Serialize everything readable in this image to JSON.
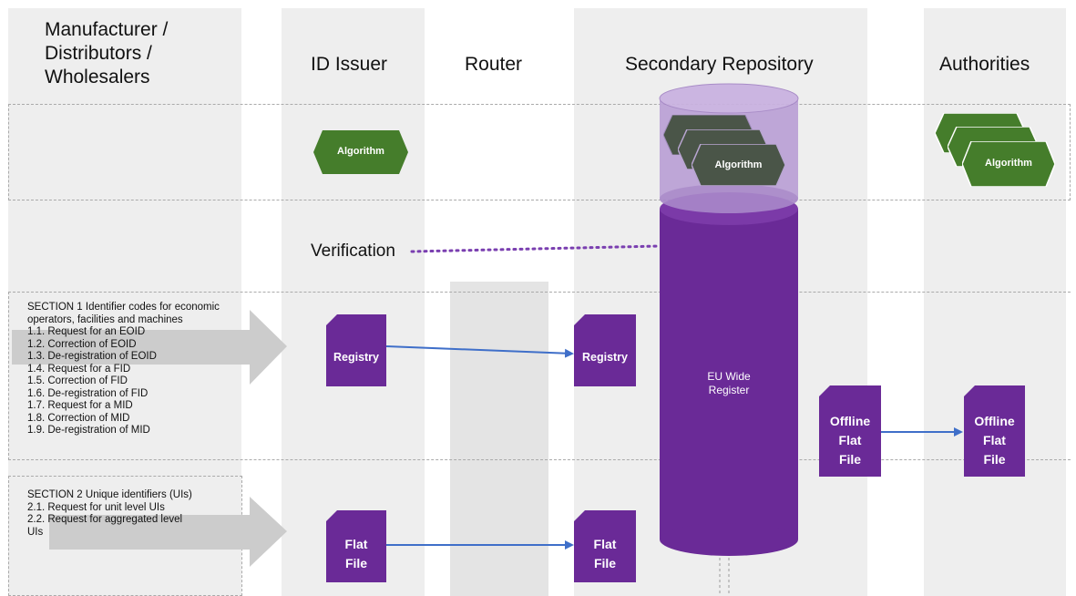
{
  "columns": {
    "manufacturer": [
      "Manufacturer /",
      "Distributors /",
      "Wholesalers"
    ],
    "id_issuer": "ID Issuer",
    "router": "Router",
    "secondary_repository": "Secondary Repository",
    "authorities": "Authorities"
  },
  "verification_label": "Verification",
  "algorithm_label": "Algorithm",
  "section1": {
    "title_lines": [
      "SECTION 1 Identifier codes for economic",
      "operators, facilities and machines"
    ],
    "items": [
      "1.1. Request for an EOID",
      "1.2. Correction of EOID",
      "1.3. De-registration of EOID",
      "1.4. Request for a FID",
      "1.5. Correction of FID",
      "1.6. De-registration of FID",
      "1.7. Request for a MID",
      "1.8. Correction of MID",
      "1.9. De-registration of MID"
    ]
  },
  "section2": {
    "title": "SECTION 2 Unique identifiers (UIs)",
    "items": [
      "2.1. Request for unit level UIs",
      "2.2. Request for aggregated level",
      "UIs"
    ]
  },
  "documents": {
    "registry": "Registry",
    "flat_file": [
      "Flat",
      "File"
    ],
    "offline_flat_file": [
      "Offline",
      "Flat",
      "File"
    ]
  },
  "eu_register": [
    "EU Wide",
    "Register"
  ],
  "colors": {
    "purple": "#6a2a97",
    "purple_light": "#bba0d6",
    "green": "#457d2b",
    "dark_hex": "#4a5548",
    "arrow_blue": "#3f6fc9",
    "big_arrow_gray": "#cccccc"
  }
}
